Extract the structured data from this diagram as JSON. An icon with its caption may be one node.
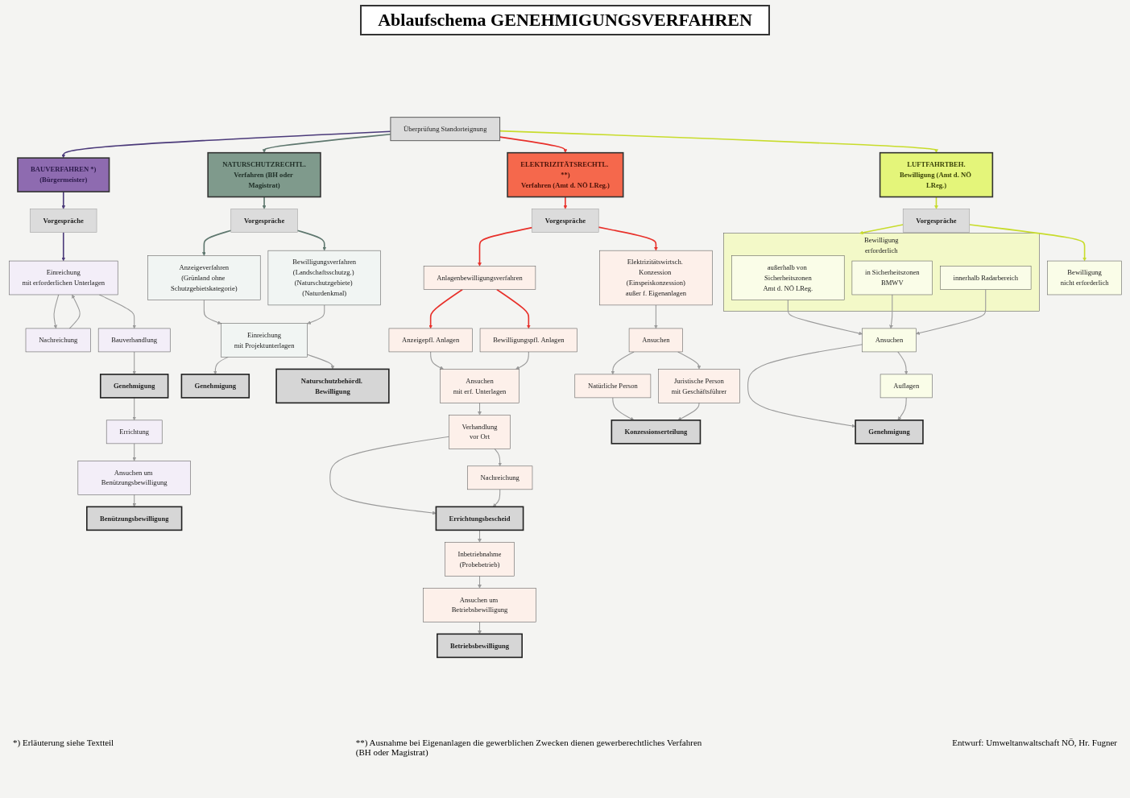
{
  "diagram": {
    "title": "Ablaufschema GENEHMIGUNGSVERFAHREN",
    "nodes": [
      {
        "text": [
          "Überprüfung Standorteignung"
        ]
      },
      {
        "text": [
          "BAUVERFAHREN *)",
          "(Bürgermeister)"
        ]
      },
      {
        "text": [
          "Vorgespräche"
        ]
      },
      {
        "text": [
          "Einreichung",
          "mit erforderlichen Unterlagen"
        ]
      },
      {
        "text": [
          "Nachreichung"
        ]
      },
      {
        "text": [
          "Bauverhandlung"
        ]
      },
      {
        "text": [
          "Genehmigung"
        ]
      },
      {
        "text": [
          "Errichtung"
        ]
      },
      {
        "text": [
          "Ansuchen um Benützungsbewilligung"
        ]
      },
      {
        "text": [
          "Benützungsbewilligung"
        ]
      },
      {
        "text": [
          "NATURSCHUTZRECHTL.",
          "Verfahren (BH oder Magistrat)"
        ]
      },
      {
        "text": [
          "Vorgespräche"
        ]
      },
      {
        "text": [
          "Anzeigeverfahren",
          "(Grünland ohne Schutzgebietskategorie)"
        ]
      },
      {
        "text": [
          "Bewilligungsverfahren",
          "(Landschaftsschutzg.) (Naturschutzgebiete) (Naturdenkmal)"
        ]
      },
      {
        "text": [
          "Einreichung",
          "mit Projektunterlagen"
        ]
      },
      {
        "text": [
          "Genehmigung"
        ]
      },
      {
        "text": [
          "Naturschutzbehördl. Bewilligung"
        ]
      },
      {
        "text": [
          "ELEKTRIZITÄTSRECHTL. **)",
          "Verfahren (Amt d. NÖ LReg.)"
        ]
      },
      {
        "text": [
          "Vorgespräche"
        ]
      },
      {
        "text": [
          "Anlagenbewilligungsverfahren"
        ]
      },
      {
        "text": [
          "Anzeigepfl. Anlagen"
        ]
      },
      {
        "text": [
          "Bewilligungspfl. Anlagen"
        ]
      },
      {
        "text": [
          "Elektrizitätswirtsch. Konzession (Einspeiskonzession)",
          "außer f. Eigenanlagen"
        ]
      },
      {
        "text": [
          "Ansuchen",
          "mit erf. Unterlagen"
        ]
      },
      {
        "text": [
          "Ansuchen"
        ]
      },
      {
        "text": [
          "Verhandlung",
          "vor Ort"
        ]
      },
      {
        "text": [
          "Nachreichung"
        ]
      },
      {
        "text": [
          "Natürliche Person"
        ]
      },
      {
        "text": [
          "Juristische Person",
          "mit Geschäftsführer"
        ]
      },
      {
        "text": [
          "Errichtungsbescheid"
        ]
      },
      {
        "text": [
          "Konzessionserteilung"
        ]
      },
      {
        "text": [
          "Inbetriebnahme",
          "(Probebetrieb)"
        ]
      },
      {
        "text": [
          "Ansuchen um Betriebsbewilligung"
        ]
      },
      {
        "text": [
          "Betriebsbewilligung"
        ]
      },
      {
        "text": [
          "LUFTFAHRTBEH.",
          "Bewilligung (Amt d. NÖ LReg.)"
        ]
      },
      {
        "text": [
          "Vorgespräche"
        ]
      },
      {
        "text": [
          "Bewilligung",
          "nicht erforderlich"
        ]
      },
      {
        "text": [
          "Bewilligung",
          "erforderlich"
        ]
      },
      {
        "text": [
          "außerhalb von Sicherheitszonen",
          "Amt d. NÖ LReg."
        ],
        "in": 37
      },
      {
        "text": [
          "in Sicherheitszonen",
          "BMWV"
        ],
        "in": 37
      },
      {
        "text": [
          "innerhalb Radarbereich"
        ],
        "in": 37
      },
      {
        "text": [
          "Ansuchen"
        ]
      },
      {
        "text": [
          "Auflagen"
        ]
      },
      {
        "text": [
          "Genehmigung"
        ]
      }
    ],
    "edges": [
      {
        "from": 0,
        "to": 1,
        "arrow": "to",
        "color": "#4b3a7a"
      },
      {
        "from": 0,
        "to": 10,
        "arrow": "to",
        "color": "#5e776e"
      },
      {
        "from": 0,
        "to": 17,
        "arrow": "to",
        "color": "#e8302a"
      },
      {
        "from": 0,
        "to": 34,
        "arrow": "to",
        "color": "#c8dc2c"
      },
      {
        "from": 1,
        "to": 2,
        "arrow": "to",
        "color": "#4b3a7a"
      },
      {
        "from": 2,
        "to": 3,
        "arrow": "to",
        "color": "#4b3a7a"
      },
      {
        "from": 3,
        "to": 4,
        "arrow": "to"
      },
      {
        "from": 4,
        "to": 3,
        "arrow": "to"
      },
      {
        "from": 3,
        "to": 5,
        "arrow": "to"
      },
      {
        "from": 5,
        "to": 6,
        "arrow": "to"
      },
      {
        "from": 6,
        "to": 7,
        "arrow": "to"
      },
      {
        "from": 7,
        "to": 8,
        "arrow": "to"
      },
      {
        "from": 8,
        "to": 9,
        "arrow": "to"
      },
      {
        "from": 10,
        "to": 11,
        "arrow": "to",
        "color": "#5e776e"
      },
      {
        "from": 11,
        "to": 12,
        "arrow": "to",
        "color": "#5e776e"
      },
      {
        "from": 11,
        "to": 13,
        "arrow": "to",
        "color": "#5e776e"
      },
      {
        "from": 12,
        "to": 14,
        "arrow": "to"
      },
      {
        "from": 13,
        "to": 14,
        "arrow": "to"
      },
      {
        "from": 14,
        "to": 15,
        "arrow": "to"
      },
      {
        "from": 14,
        "to": 16,
        "arrow": "to"
      },
      {
        "from": 17,
        "to": 18,
        "arrow": "to",
        "color": "#e8302a"
      },
      {
        "from": 18,
        "to": 19,
        "arrow": "to",
        "color": "#e8302a"
      },
      {
        "from": 18,
        "to": 22,
        "arrow": "to",
        "color": "#e8302a"
      },
      {
        "from": 19,
        "to": 20,
        "arrow": "to",
        "color": "#e8302a"
      },
      {
        "from": 19,
        "to": 21,
        "arrow": "to",
        "color": "#e8302a"
      },
      {
        "from": 20,
        "to": 23,
        "arrow": "to"
      },
      {
        "from": 21,
        "to": 23,
        "arrow": "to"
      },
      {
        "from": 22,
        "to": 24,
        "arrow": "to"
      },
      {
        "from": 23,
        "to": 25,
        "arrow": "to"
      },
      {
        "from": 25,
        "to": 26,
        "arrow": "to"
      },
      {
        "from": 25,
        "to": 29,
        "arrow": "to"
      },
      {
        "from": 26,
        "to": 29,
        "arrow": "to"
      },
      {
        "from": 24,
        "to": 27,
        "arrow": "to"
      },
      {
        "from": 24,
        "to": 28,
        "arrow": "to"
      },
      {
        "from": 27,
        "to": 30,
        "arrow": "to"
      },
      {
        "from": 28,
        "to": 30,
        "arrow": "to"
      },
      {
        "from": 29,
        "to": 31,
        "arrow": "to"
      },
      {
        "from": 31,
        "to": 32,
        "arrow": "to"
      },
      {
        "from": 32,
        "to": 33,
        "arrow": "to"
      },
      {
        "from": 34,
        "to": 35,
        "arrow": "to",
        "color": "#c8dc2c"
      },
      {
        "from": 35,
        "to": 36,
        "arrow": "to",
        "color": "#c8dc2c"
      },
      {
        "from": 35,
        "to": 37,
        "arrow": "to",
        "color": "#c8dc2c"
      },
      {
        "from": 38,
        "to": 41,
        "arrow": "to"
      },
      {
        "from": 39,
        "to": 41,
        "arrow": "to"
      },
      {
        "from": 40,
        "to": 41,
        "arrow": "to"
      },
      {
        "from": 41,
        "to": 42,
        "arrow": "to"
      },
      {
        "from": 41,
        "to": 43,
        "arrow": "to"
      },
      {
        "from": 42,
        "to": 43,
        "arrow": "to"
      }
    ],
    "labels": [
      "*) Erläuterung siehe Textteil",
      "**) Ausnahme bei Eigenanlagen die gewerblichen Zwecken dienen gewerberechtliches Verfahren (BH oder Magistrat)",
      "Entwurf: Umweltanwaltschaft NÖ, Hr. Fugner"
    ]
  }
}
